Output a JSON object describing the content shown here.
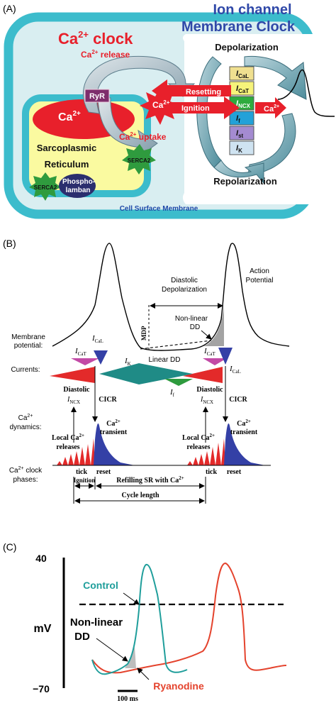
{
  "panelA": {
    "label": "(A)",
    "ca_clock_prefix": "Ca",
    "ca_clock_sup": "2+",
    "ca_clock_suffix": " clock",
    "ca_release_prefix": "Ca",
    "ca_release_sup": "2+",
    "ca_release_suffix": " release",
    "ion_channel": "Ion channel",
    "membrane_clock": "Membrane Clock",
    "depolarization": "Depolarization",
    "repolarization": "Repolarization",
    "resetting": "Resetting",
    "ignition": "Ignition",
    "ryr": "RyR",
    "ca_sr_prefix": "Ca",
    "ca_sr_sup": "2+",
    "ca_ignition_prefix": "Ca",
    "ca_ignition_sup": "2+",
    "ca_uptake_prefix": "Ca",
    "ca_uptake_sup": "2+",
    "ca_uptake_suffix": " uptake",
    "sarcoplasmic": "Sarcoplasmic",
    "reticulum": "Reticulum",
    "serca2_a": "SERCA2",
    "serca2_b": "SERCA2",
    "phospho_1": "Phospho-",
    "phospho_2": "lamban",
    "cell_membrane": "Cell Surface Membrane",
    "ca_out_prefix": "Ca",
    "ca_out_sup": "2+",
    "channels": [
      {
        "main": "I",
        "sub": "CaL",
        "color": "#f0e090"
      },
      {
        "main": "I",
        "sub": "CaT",
        "color": "#f6f37a"
      },
      {
        "main": "I",
        "sub": "NCX",
        "color": "#2eab3e"
      },
      {
        "main": "I",
        "sub": "f",
        "color": "#23a1d8"
      },
      {
        "main": "I",
        "sub": "st",
        "color": "#a48bd1"
      },
      {
        "main": "I",
        "sub": "K",
        "color": "#cfe3f1"
      }
    ]
  },
  "panelB": {
    "label": "(B)",
    "action_potential_1": "Action",
    "action_potential_2": "Potential",
    "diastolic_1": "Diastolic",
    "diastolic_2": "Depolarization",
    "nonlinear_1": "Non-linear",
    "nonlinear_2": "DD",
    "mdp": "MDP",
    "membrane_1": "Membrane",
    "membrane_2": "potential:",
    "linear_dd": "Linear DD",
    "currents": "Currents:",
    "ical_1_main": "I",
    "ical_1_sub": "CaL",
    "ical_2_main": "I",
    "ical_2_sub": "CaL",
    "icat_1_main": "I",
    "icat_1_sub": "CaT",
    "icat_2_main": "I",
    "icat_2_sub": "CaT",
    "ik_main": "I",
    "ik_sub": "K",
    "if_main": "I",
    "if_sub": "f",
    "diastolic_inc_1a": "Diastolic",
    "diastolic_inc_1b_main": "I",
    "diastolic_inc_1b_sub": "NCX",
    "diastolic_inc_2a": "Diastolic",
    "diastolic_inc_2b_main": "I",
    "diastolic_inc_2b_sub": "NCX",
    "cicr_1": "CICR",
    "cicr_2": "CICR",
    "ca_dyn_1": "Ca",
    "ca_dyn_sup": "2+",
    "ca_dyn_2": "dynamics:",
    "local_1a": "Local Ca",
    "local_1sup": "2+",
    "local_1b": "releases",
    "local_2a": "Local Ca",
    "local_2sup": "2+",
    "local_2b": "releases",
    "transient_1a": "Ca",
    "transient_1sup": "2+",
    "transient_1b": "transient",
    "transient_2a": "Ca",
    "transient_2sup": "2+",
    "transient_2b": "transient",
    "phases_1": "Ca",
    "phases_sup": "2+",
    "phases_1b": " clock",
    "phases_2": "phases:",
    "tick_1": "tick",
    "reset_1": "reset",
    "tick_2": "tick",
    "reset_2": "reset",
    "ignition": "Ignition",
    "refilling": "Refilling SR with Ca",
    "refilling_sup": "2+",
    "cycle_length": "Cycle length"
  },
  "panelC": {
    "label": "(C)",
    "y_top": "40",
    "y_bottom": "−70",
    "y_unit": "mV",
    "control": "Control",
    "nonlinear_1": "Non-linear",
    "nonlinear_2": "DD",
    "ryanodine": "Ryanodine",
    "scale_bar": "100 ms",
    "control_color": "#1f9e9b",
    "ryanodine_color": "#e4432d"
  }
}
